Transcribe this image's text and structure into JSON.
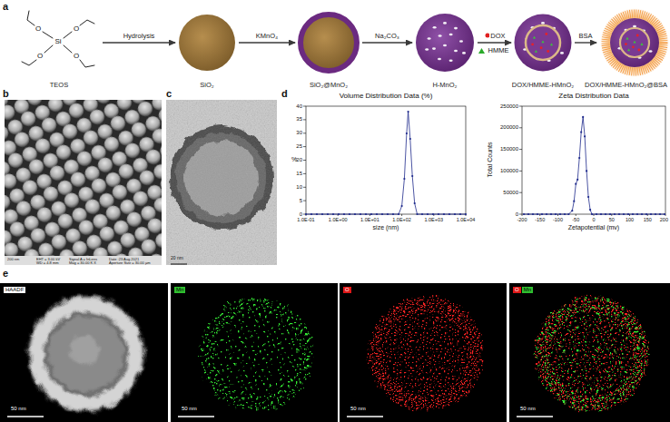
{
  "diagram": {
    "nodes": [
      {
        "text": [
          "TEOS"
        ]
      },
      {
        "text": [
          "SiO₂"
        ]
      },
      {
        "text": [
          "SiO₂@MnO₂"
        ]
      },
      {
        "text": [
          "H-MnO₂"
        ]
      },
      {
        "text": [
          "DOX/HMME-HMnO₂"
        ]
      },
      {
        "text": [
          "DOX/HMME-HMnO₂@BSA"
        ]
      }
    ],
    "edges": [
      {
        "from": 0,
        "to": 1,
        "arrow": "to",
        "label": "Hydrolysis"
      },
      {
        "from": 1,
        "to": 2,
        "arrow": "to",
        "label": "KMnO₄"
      },
      {
        "from": 2,
        "to": 3,
        "arrow": "to",
        "label": "Na₂CO₃"
      },
      {
        "from": 3,
        "to": 4,
        "arrow": "to",
        "label": "DOX"
      },
      {
        "from": 4,
        "to": 5,
        "arrow": "to",
        "label": "BSA"
      }
    ],
    "labels": [
      "a",
      "b",
      "c",
      "d",
      "e",
      "O",
      "O",
      "Si",
      "O",
      "O",
      "HMME",
      "200 nm",
      "EHT = 3.00 kV",
      "Signal A = InLens",
      "Date :23 Aug 2021",
      "WD = 4.8 mm",
      "Mag = 30.00 K X",
      "Aperture Size = 30.00 µm",
      "20 nm",
      "Volume Distribution Data (%)",
      "%",
      "size (nm)",
      "0",
      "5",
      "10",
      "15",
      "20",
      "25",
      "30",
      "35",
      "40",
      "1.0E-01",
      "1.0E+00",
      "1.0E+01",
      "1.0E+02",
      "1.0E+03",
      "1.0E+04",
      "Zeta Distribution Data",
      "Total Counts",
      "Zetapotential (mv)",
      "0",
      "50000",
      "100000",
      "150000",
      "200000",
      "250000",
      "-200",
      "-150",
      "-100",
      "-50",
      "0",
      "50",
      "100",
      "150",
      "200",
      "HAADF",
      "Mn",
      "O",
      "O",
      "Mn",
      "50 nm",
      "50 nm",
      "50 nm",
      "50 nm"
    ]
  }
}
